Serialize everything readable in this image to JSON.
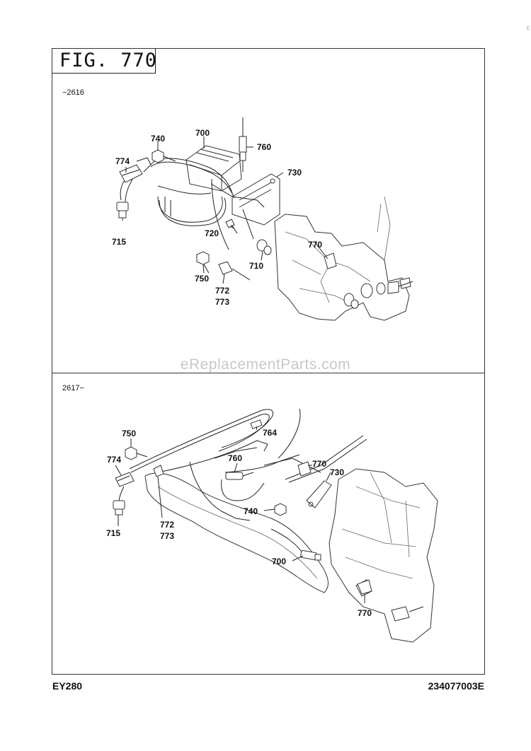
{
  "figure": {
    "title": "FIG. 770",
    "corner_mark": "c"
  },
  "panels": [
    {
      "range": "−2616",
      "callouts": [
        {
          "id": "740",
          "text": "740"
        },
        {
          "id": "700",
          "text": "700"
        },
        {
          "id": "760",
          "text": "760"
        },
        {
          "id": "774",
          "text": "774"
        },
        {
          "id": "730",
          "text": "730"
        },
        {
          "id": "715",
          "text": "715"
        },
        {
          "id": "720",
          "text": "720"
        },
        {
          "id": "770",
          "text": "770"
        },
        {
          "id": "710",
          "text": "710"
        },
        {
          "id": "750",
          "text": "750"
        },
        {
          "id": "772",
          "text": "772"
        },
        {
          "id": "773",
          "text": "773"
        }
      ]
    },
    {
      "range": "2617−",
      "callouts": [
        {
          "id": "750",
          "text": "750"
        },
        {
          "id": "764",
          "text": "764"
        },
        {
          "id": "774",
          "text": "774"
        },
        {
          "id": "760",
          "text": "760"
        },
        {
          "id": "770a",
          "text": "770"
        },
        {
          "id": "730",
          "text": "730"
        },
        {
          "id": "715",
          "text": "715"
        },
        {
          "id": "772",
          "text": "772"
        },
        {
          "id": "773",
          "text": "773"
        },
        {
          "id": "740",
          "text": "740"
        },
        {
          "id": "700",
          "text": "700"
        },
        {
          "id": "770b",
          "text": "770"
        }
      ]
    }
  ],
  "footer": {
    "model": "EY280",
    "part_number": "234077003E"
  },
  "watermark": "eReplacementParts.com"
}
